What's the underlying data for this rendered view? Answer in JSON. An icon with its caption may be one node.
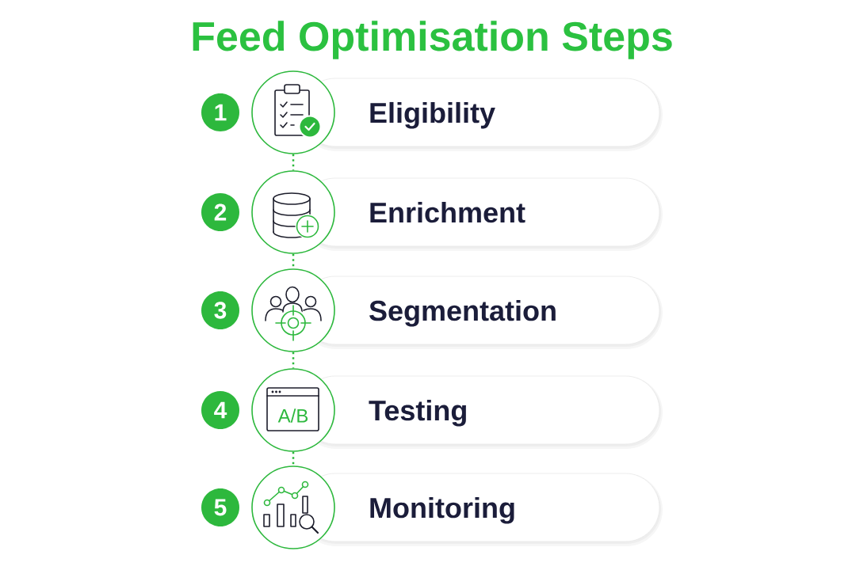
{
  "diagram": {
    "title": "Feed Optimisation Steps",
    "nodes": [
      {
        "text": [
          "1"
        ]
      },
      {
        "text": [],
        "shape": "circle"
      },
      {
        "text": [
          "Eligibility"
        ]
      },
      {
        "text": [
          "2"
        ]
      },
      {
        "text": [],
        "shape": "circle"
      },
      {
        "text": [
          "Enrichment"
        ]
      },
      {
        "text": [
          "3"
        ]
      },
      {
        "text": [],
        "shape": "circle"
      },
      {
        "text": [
          "Segmentation"
        ]
      },
      {
        "text": [
          "4"
        ]
      },
      {
        "text": [
          "A/B"
        ]
      },
      {
        "text": [
          "Testing"
        ]
      },
      {
        "text": [
          "5"
        ]
      },
      {
        "text": [],
        "shape": "circle"
      },
      {
        "text": [
          "Monitoring"
        ]
      }
    ],
    "edges": [
      {
        "from": 1,
        "to": 4,
        "arrow": "none",
        "style": "dashed"
      },
      {
        "from": 4,
        "to": 7,
        "arrow": "none",
        "style": "dashed"
      },
      {
        "from": 7,
        "to": 10,
        "arrow": "none",
        "style": "dashed"
      },
      {
        "from": 10,
        "to": 13,
        "arrow": "none",
        "style": "dashed"
      }
    ]
  }
}
